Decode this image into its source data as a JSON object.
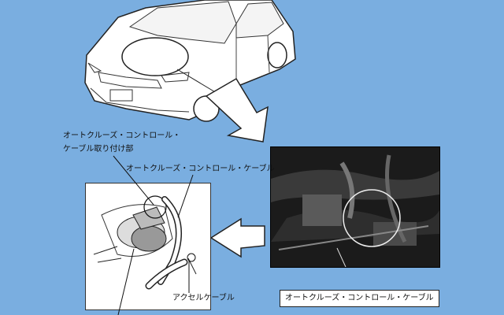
{
  "labels": {
    "mount_line1": "オートクルーズ・コントロール・",
    "mount_line2": "ケーブル取り付け部",
    "cable_top": "オートクルーズ・コントロール・ケーブル",
    "accel_cable": "アクセルケーブル",
    "cable_box": "オートクルーズ・コントロール・ケーブル"
  },
  "colors": {
    "background": "#7aaee0",
    "arrow_fill": "#ffffff",
    "photo_bg": "#1b1b1b"
  }
}
